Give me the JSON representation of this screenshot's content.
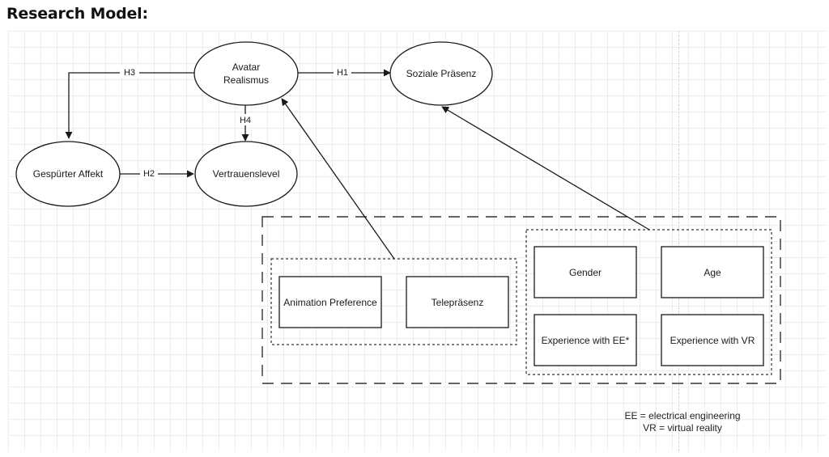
{
  "page_title": "Research Model:",
  "nodes": {
    "avatar_realismus": {
      "line1": "Avatar",
      "line2": "Realismus"
    },
    "soziale_praesenz": "Soziale Präsenz",
    "gespuerter_affekt": "Gespürter Affekt",
    "vertrauenslevel": "Vertrauenslevel",
    "animation_preference": "Animation Preference",
    "telepraesenz": "Telepräsenz",
    "gender": "Gender",
    "age": "Age",
    "experience_ee": "Experience with EE*",
    "experience_vr": "Experience with VR"
  },
  "edges": {
    "h1": "H1",
    "h2": "H2",
    "h3": "H3",
    "h4": "H4"
  },
  "legend": {
    "ee": "EE = electrical engineering",
    "vr": "VR = virtual reality"
  }
}
